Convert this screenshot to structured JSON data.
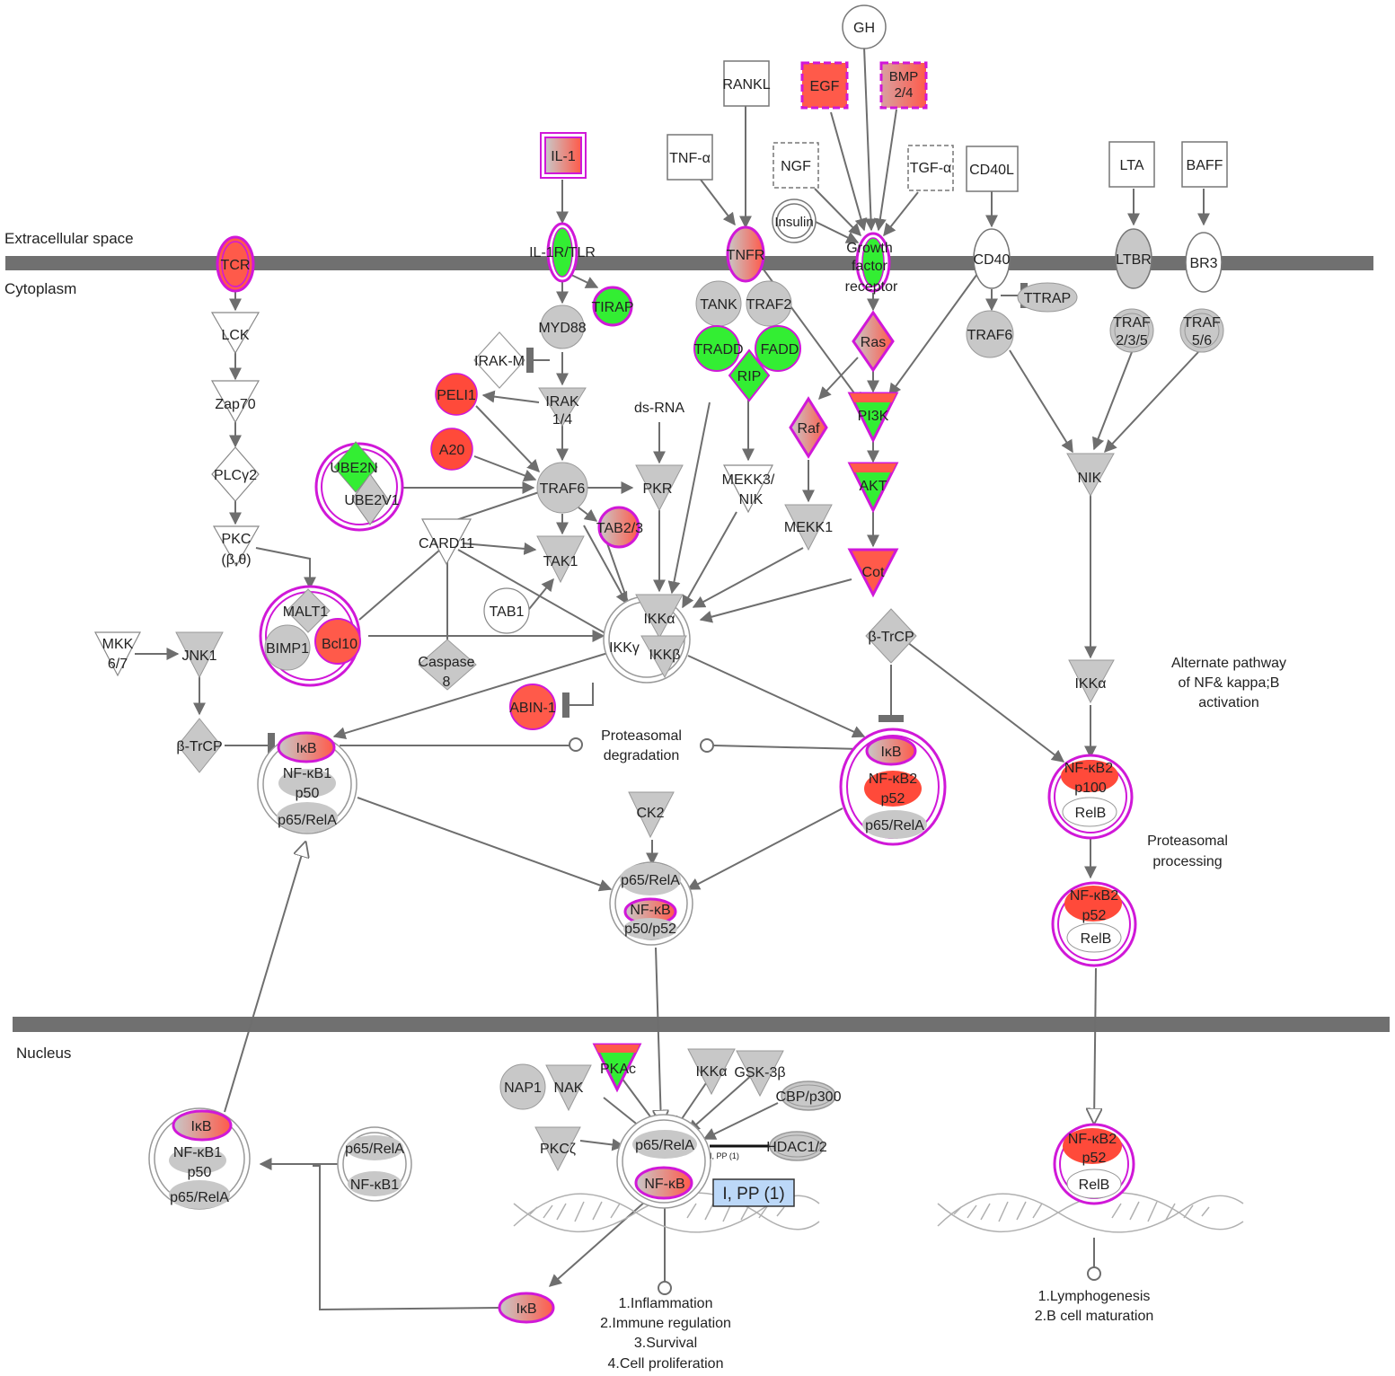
{
  "regions": {
    "extracellular": "Extracellular space",
    "cytoplasm": "Cytoplasm",
    "nucleus": "Nucleus"
  },
  "labels": {
    "gh": "GH",
    "rankl": "RANKL",
    "egf": "EGF",
    "bmp_a": "BMP",
    "bmp_b": "2/4",
    "il1": "IL-1",
    "tnfa": "TNF-α",
    "ngf": "NGF",
    "tgfa": "TGF-α",
    "cd40l": "CD40L",
    "lta": "LTA",
    "baff": "BAFF",
    "insulin": "Insulin",
    "tcr": "TCR",
    "il1r": "IL-1R/TLR",
    "tnfr": "TNFR",
    "gfr_a": "Growth",
    "gfr_b": "factor",
    "gfr_c": "receptor",
    "cd40": "CD40",
    "ltbr": "LTBR",
    "br3": "BR3",
    "lck": "LCK",
    "zap70": "Zap70",
    "plcg2": "PLCγ2",
    "pkc_a": "PKC",
    "pkc_b": "(β,θ)",
    "tirap": "TIRAP",
    "myd88": "MYD88",
    "irakm": "IRAK-M",
    "irak_a": "IRAK",
    "irak_b": "1/4",
    "peli1": "PELI1",
    "a20": "A20",
    "ube2n": "UBE2N",
    "ube2v1": "UBE2V1",
    "traf6": "TRAF6",
    "pkr": "PKR",
    "dsrna": "ds-RNA",
    "tank": "TANK",
    "traf2": "TRAF2",
    "tradd": "TRADD",
    "fadd": "FADD",
    "rip": "RIP",
    "mekk3_a": "MEKK3/",
    "mekk3_b": "NIK",
    "ras": "Ras",
    "raf": "Raf",
    "pi3k": "PI3K",
    "akt": "AKT",
    "cot": "Cot",
    "mekk1": "MEKK1",
    "ttrap": "TTRAP",
    "traf6b": "TRAF6",
    "traf235_a": "TRAF",
    "traf235_b": "2/3/5",
    "traf56_a": "TRAF",
    "traf56_b": "5/6",
    "nik": "NIK",
    "tab23": "TAB2/3",
    "card11": "CARD11",
    "tak1": "TAK1",
    "tab1": "TAB1",
    "malt1": "MALT1",
    "bimp1": "BIMP1",
    "bcl10": "Bcl10",
    "caspase_a": "Caspase",
    "caspase_b": "8",
    "ikka": "IKKα",
    "ikkg": "IKKγ",
    "ikkb": "IKKβ",
    "mkk_a": "MKK",
    "mkk_b": "6/7",
    "jnk1": "JNK1",
    "btrcp": "β-TrCP",
    "btrcp2": "β-TrCP",
    "abin1": "ABIN-1",
    "prot_deg_a": "Proteasomal",
    "prot_deg_b": "degradation",
    "ikb": "IκB",
    "nfkb1": "NF-κB1",
    "p50": "p50",
    "p65rela": "p65/RelA",
    "nfkb2": "NF-κB2",
    "p52": "p52",
    "ck2": "CK2",
    "nfkb_mid": "NF-κB",
    "p50p52": "p50/p52",
    "ikka_alt": "IKKα",
    "alt_a": "Alternate pathway",
    "alt_b": "of NF& kappa;B",
    "alt_c": "activation",
    "p100": "p100",
    "relb": "RelB",
    "prot_proc_a": "Proteasomal",
    "prot_proc_b": "processing",
    "pkac": "PKAc",
    "ikka_n": "IKKα",
    "gsk3b": "GSK-3β",
    "nap1": "NAP1",
    "nak": "NAK",
    "cbp": "CBP/p300",
    "pkcz": "PKCζ",
    "hdac": "HDAC1/2",
    "nfkb_n": "NF-κB",
    "ipp_small": "I, PP (1)",
    "ipp_box": "I, PP (1)",
    "out1_a": "1.Inflammation",
    "out1_b": "2.Immune regulation",
    "out1_c": "3.Survival",
    "out1_d": "4.Cell proliferation",
    "out2_a": "1.Lymphogenesis",
    "out2_b": "2.B cell maturation"
  },
  "colors": {
    "membrane": "#707070",
    "up_regulated": "#ff5040",
    "down_regulated": "#33ee33",
    "unchanged": "#c8c8c8",
    "highlight_outline": "#d018d8",
    "edge": "#6e6e6e",
    "note_box": "#bcd8f8"
  }
}
